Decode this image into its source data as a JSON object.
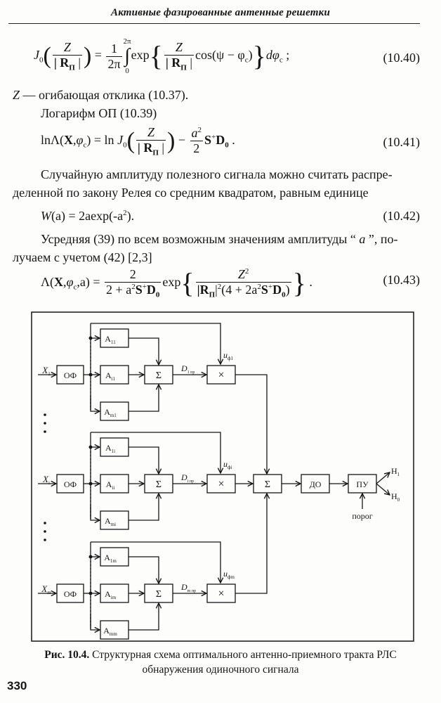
{
  "running_header": "Активные фазированные антенные решетки",
  "equations": {
    "eq_10_40": {
      "lhs_func": "J",
      "lhs_sub": "0",
      "frac_num": "Z",
      "frac_den": "| R",
      "frac_den_sub": "П",
      "frac_den_close": " |",
      "equals": "=",
      "coef_num": "1",
      "coef_den": "2π",
      "int_upper": "2π",
      "int_lower": "0",
      "int_sign": "∫",
      "exp": "exp",
      "inner_num": "Z",
      "inner_den": "| R",
      "inner_den_sub": "П",
      "inner_den_close": " |",
      "cos_part": "cos(ψ − φ",
      "cos_sub": "c",
      "cos_close": ")",
      "d_part": "dφ",
      "d_sub": "c",
      "tail": " ;",
      "number": "(10.40)"
    },
    "eq_10_41": {
      "lhs": "lnΛ(",
      "lhs_X": "X",
      "lhs_rest": ",φ",
      "lhs_sub": "c",
      "lhs_close": ") = ln ",
      "J": "J",
      "J_sub": "0",
      "frac_num": "Z",
      "frac_den": "| R",
      "frac_den_sub": "П",
      "frac_den_close": " |",
      "minus": "−",
      "a_num": "a",
      "a_sup": "2",
      "a_den": "2",
      "S": "S",
      "S_sup": "+",
      "D": "D",
      "D_sub": "0",
      "tail": " .",
      "number": "(10.41)"
    },
    "eq_10_42": {
      "text_W": "W",
      "text_rest": "(a) = 2aexp(-a",
      "sup": "2",
      "close": ").",
      "number": "(10.42)"
    },
    "eq_10_43": {
      "lhs": "Λ(",
      "lhs_X": "X",
      "lhs_rest": ",φ",
      "lhs_sub": "c",
      "lhs_close": ",a) =",
      "num": "2",
      "den_a": "2 + a",
      "den_sup": "2",
      "den_S": "S",
      "den_S_sup": "+",
      "den_D": "D",
      "den_D_sub": "0",
      "exp": "exp",
      "inner_num": "Z",
      "inner_num_sup": "2",
      "inner_den_R": "|R",
      "inner_den_R_sub": "П",
      "inner_den_abs": "|",
      "inner_den_sup": "2",
      "inner_den_rest": "(4 + 2a",
      "inner_den_rest_sup": "2",
      "inner_den_S": "S",
      "inner_den_S_sup": "+",
      "inner_den_D": "D",
      "inner_den_D_sub": "0",
      "inner_den_close": ")",
      "tail": " .",
      "number": "(10.43)"
    }
  },
  "paragraphs": {
    "z_def_sym": "Z",
    "z_def": " — огибающая отклика (10.37).",
    "log_intro": "Логарифм ОП (10.39)",
    "rayleigh_1": "Случайную амплитуду полезного сигнала можно считать распре-",
    "rayleigh_2": "деленной по закону Релея со средним квадратом, равным единице",
    "averaging_1a": "Усредняя (39) по всем возможным значениям амплитуды “ ",
    "averaging_1_a": "a",
    "averaging_1b": " ”, по-",
    "averaging_2": "лучаем с учетом (42) [2,3]"
  },
  "diagram": {
    "channels": [
      {
        "input": "X",
        "input_sub": "1",
        "filter": "ОФ",
        "amps": [
          {
            "label": "A",
            "sub": "11"
          },
          {
            "label": "A",
            "sub": "i1"
          },
          {
            "label": "A",
            "sub": "m1"
          }
        ],
        "sum": "Σ",
        "d_label": "D",
        "d_sub": "1 пр",
        "mult": "×",
        "u_label": "u",
        "u_sub": "ф1"
      },
      {
        "input": "X",
        "input_sub": "i",
        "filter": "ОФ",
        "amps": [
          {
            "label": "A",
            "sub": "1i"
          },
          {
            "label": "A",
            "sub": "ii"
          },
          {
            "label": "A",
            "sub": "mi"
          }
        ],
        "sum": "Σ",
        "d_label": "D",
        "d_sub": "i пр",
        "mult": "×",
        "u_label": "u",
        "u_sub": "фi"
      },
      {
        "input": "X",
        "input_sub": "m",
        "filter": "ОФ",
        "amps": [
          {
            "label": "A",
            "sub": "1m"
          },
          {
            "label": "A",
            "sub": "im"
          },
          {
            "label": "A",
            "sub": "mm"
          }
        ],
        "sum": "Σ",
        "d_label": "D",
        "d_sub": "m пр",
        "mult": "×",
        "u_label": "u",
        "u_sub": "фm"
      }
    ],
    "total_sum": "Σ",
    "detector": "ДО",
    "decision": "ПУ",
    "threshold": "порог",
    "h1": "H",
    "h1_sub": "1",
    "h0": "H",
    "h0_sub": "0"
  },
  "caption": {
    "label": "Рис. 10.4.",
    "line1": " Структурная схема оптимального антенно-приемного тракта РЛС",
    "line2": "обнаружения одиночного сигнала"
  },
  "page_number": "330"
}
